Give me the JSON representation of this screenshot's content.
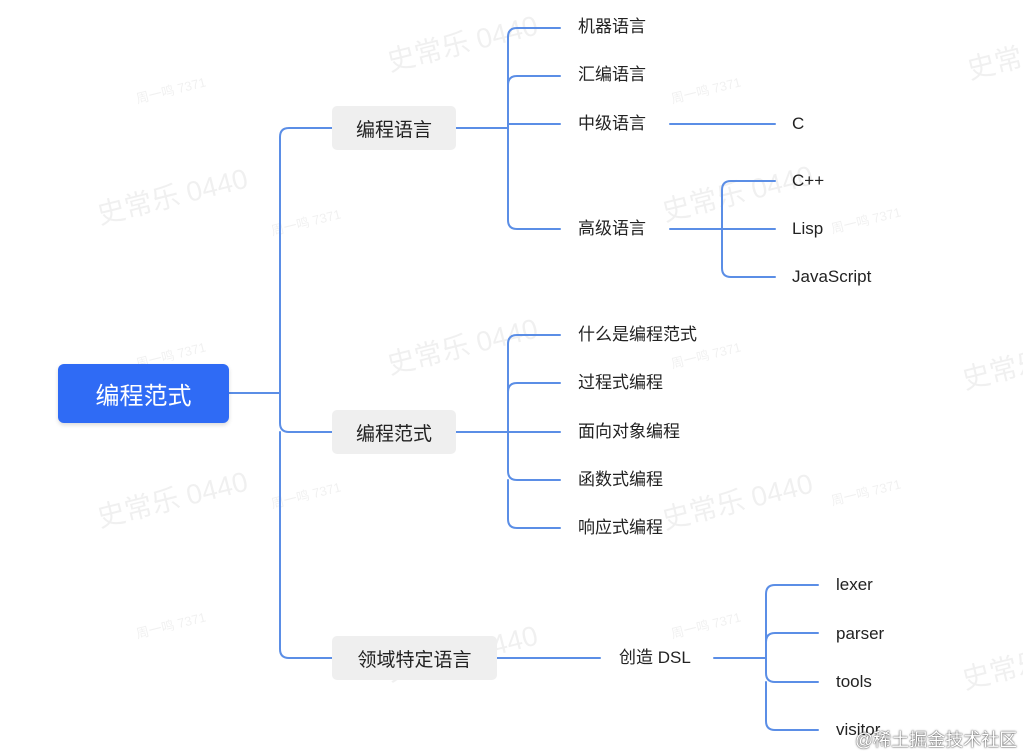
{
  "root": {
    "label": "编程范式"
  },
  "branches": [
    {
      "label": "编程语言",
      "children": [
        {
          "label": "机器语言"
        },
        {
          "label": "汇编语言"
        },
        {
          "label": "中级语言",
          "children": [
            {
              "label": "C"
            }
          ]
        },
        {
          "label": "高级语言",
          "children": [
            {
              "label": "C++"
            },
            {
              "label": "Lisp"
            },
            {
              "label": "JavaScript"
            }
          ]
        }
      ]
    },
    {
      "label": "编程范式",
      "children": [
        {
          "label": "什么是编程范式"
        },
        {
          "label": "过程式编程"
        },
        {
          "label": "面向对象编程"
        },
        {
          "label": "函数式编程"
        },
        {
          "label": "响应式编程"
        }
      ]
    },
    {
      "label": "领域特定语言",
      "children": [
        {
          "label": "创造 DSL",
          "children": [
            {
              "label": "lexer"
            },
            {
              "label": "parser"
            },
            {
              "label": "tools"
            },
            {
              "label": "visitor"
            }
          ]
        }
      ]
    }
  ],
  "watermark": {
    "name": "史常乐 0440",
    "tag": "周一鸣 7371"
  },
  "credit": "@稀土掘金技术社区",
  "colors": {
    "root_bg": "#2f6bf5",
    "connector": "#5b8ee6",
    "branch_bg": "#efefef"
  }
}
